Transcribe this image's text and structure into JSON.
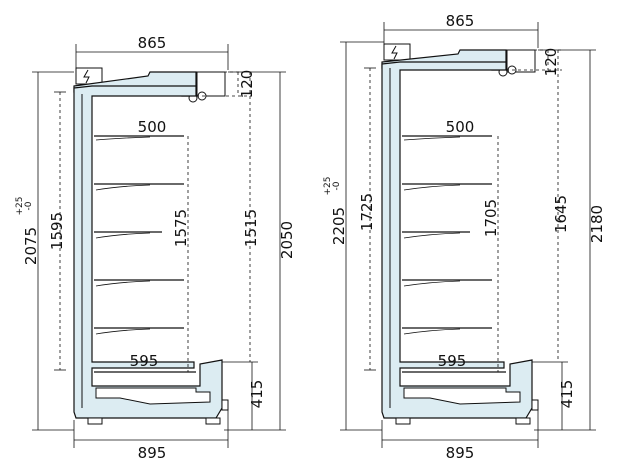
{
  "unit_left": {
    "top_width": "865",
    "canopy_height": "120",
    "shelf_depth": "500",
    "interior_height": "1595",
    "shelf_span_height": "1575",
    "display_height": "1515",
    "overall_height": "2075",
    "overall_tolerance_plus": "+25",
    "overall_tolerance_minus": "-0",
    "total_height": "2050",
    "base_depth": "595",
    "base_height": "415",
    "bottom_width": "895"
  },
  "unit_right": {
    "top_width": "865",
    "canopy_height": "120",
    "shelf_depth": "500",
    "interior_height": "1725",
    "shelf_span_height": "1705",
    "display_height": "1645",
    "overall_height": "2205",
    "overall_tolerance_plus": "+25",
    "overall_tolerance_minus": "-0",
    "total_height": "2180",
    "base_depth": "595",
    "base_height": "415",
    "bottom_width": "895"
  },
  "icons": {
    "electrical": "lightning-icon"
  }
}
